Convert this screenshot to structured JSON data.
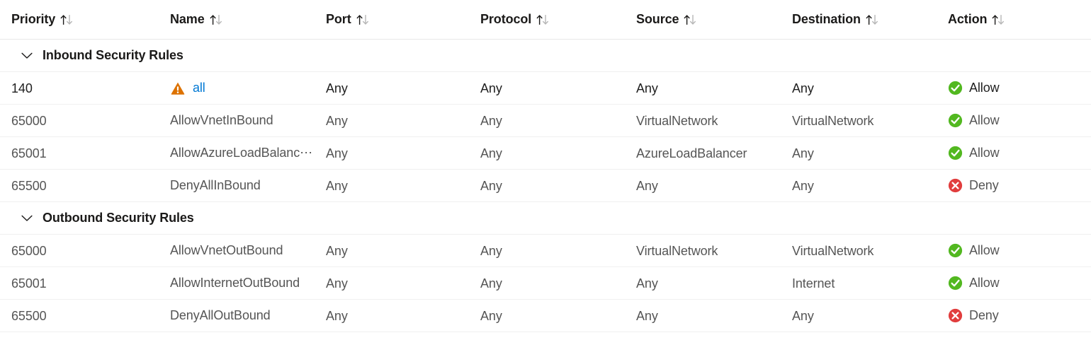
{
  "table": {
    "columns": [
      {
        "key": "priority",
        "label": "Priority",
        "sort_icon": "sort-arrows-icon"
      },
      {
        "key": "name",
        "label": "Name",
        "sort_icon": "sort-arrows-icon"
      },
      {
        "key": "port",
        "label": "Port",
        "sort_icon": "sort-arrows-icon"
      },
      {
        "key": "protocol",
        "label": "Protocol",
        "sort_icon": "sort-arrows-icon"
      },
      {
        "key": "source",
        "label": "Source",
        "sort_icon": "sort-arrows-icon"
      },
      {
        "key": "destination",
        "label": "Destination",
        "sort_icon": "sort-arrows-icon"
      },
      {
        "key": "action",
        "label": "Action",
        "sort_icon": "sort-arrows-icon"
      }
    ],
    "groups": [
      {
        "label": "Inbound Security Rules",
        "expanded": true,
        "chevron_icon": "chevron-down-icon",
        "rows": [
          {
            "priority": "140",
            "name": "all",
            "name_is_link": true,
            "status_icon": "warning-icon",
            "port": "Any",
            "protocol": "Any",
            "source": "Any",
            "destination": "Any",
            "action": "Allow",
            "action_icon": "allow-check-icon",
            "emphasis": true
          },
          {
            "priority": "65000",
            "name": "AllowVnetInBound",
            "name_is_link": false,
            "status_icon": "",
            "port": "Any",
            "protocol": "Any",
            "source": "VirtualNetwork",
            "destination": "VirtualNetwork",
            "action": "Allow",
            "action_icon": "allow-check-icon",
            "emphasis": false
          },
          {
            "priority": "65001",
            "name": "AllowAzureLoadBalanc⋯",
            "name_is_link": false,
            "status_icon": "",
            "port": "Any",
            "protocol": "Any",
            "source": "AzureLoadBalancer",
            "destination": "Any",
            "action": "Allow",
            "action_icon": "allow-check-icon",
            "emphasis": false
          },
          {
            "priority": "65500",
            "name": "DenyAllInBound",
            "name_is_link": false,
            "status_icon": "",
            "port": "Any",
            "protocol": "Any",
            "source": "Any",
            "destination": "Any",
            "action": "Deny",
            "action_icon": "deny-cross-icon",
            "emphasis": false
          }
        ]
      },
      {
        "label": "Outbound Security Rules",
        "expanded": true,
        "chevron_icon": "chevron-down-icon",
        "rows": [
          {
            "priority": "65000",
            "name": "AllowVnetOutBound",
            "name_is_link": false,
            "status_icon": "",
            "port": "Any",
            "protocol": "Any",
            "source": "VirtualNetwork",
            "destination": "VirtualNetwork",
            "action": "Allow",
            "action_icon": "allow-check-icon",
            "emphasis": false
          },
          {
            "priority": "65001",
            "name": "AllowInternetOutBound",
            "name_is_link": false,
            "status_icon": "",
            "port": "Any",
            "protocol": "Any",
            "source": "Any",
            "destination": "Internet",
            "action": "Allow",
            "action_icon": "allow-check-icon",
            "emphasis": false
          },
          {
            "priority": "65500",
            "name": "DenyAllOutBound",
            "name_is_link": false,
            "status_icon": "",
            "port": "Any",
            "protocol": "Any",
            "source": "Any",
            "destination": "Any",
            "action": "Deny",
            "action_icon": "deny-cross-icon",
            "emphasis": false
          }
        ]
      }
    ]
  },
  "colors": {
    "link": "#0078d4",
    "allow_green": "#52b820",
    "deny_red": "#e13d3d",
    "warning_orange": "#dd7200",
    "text_primary": "#1b1a19",
    "text_secondary": "#555555",
    "row_divider": "#f0f0f0",
    "header_divider": "#e8e8e8"
  }
}
